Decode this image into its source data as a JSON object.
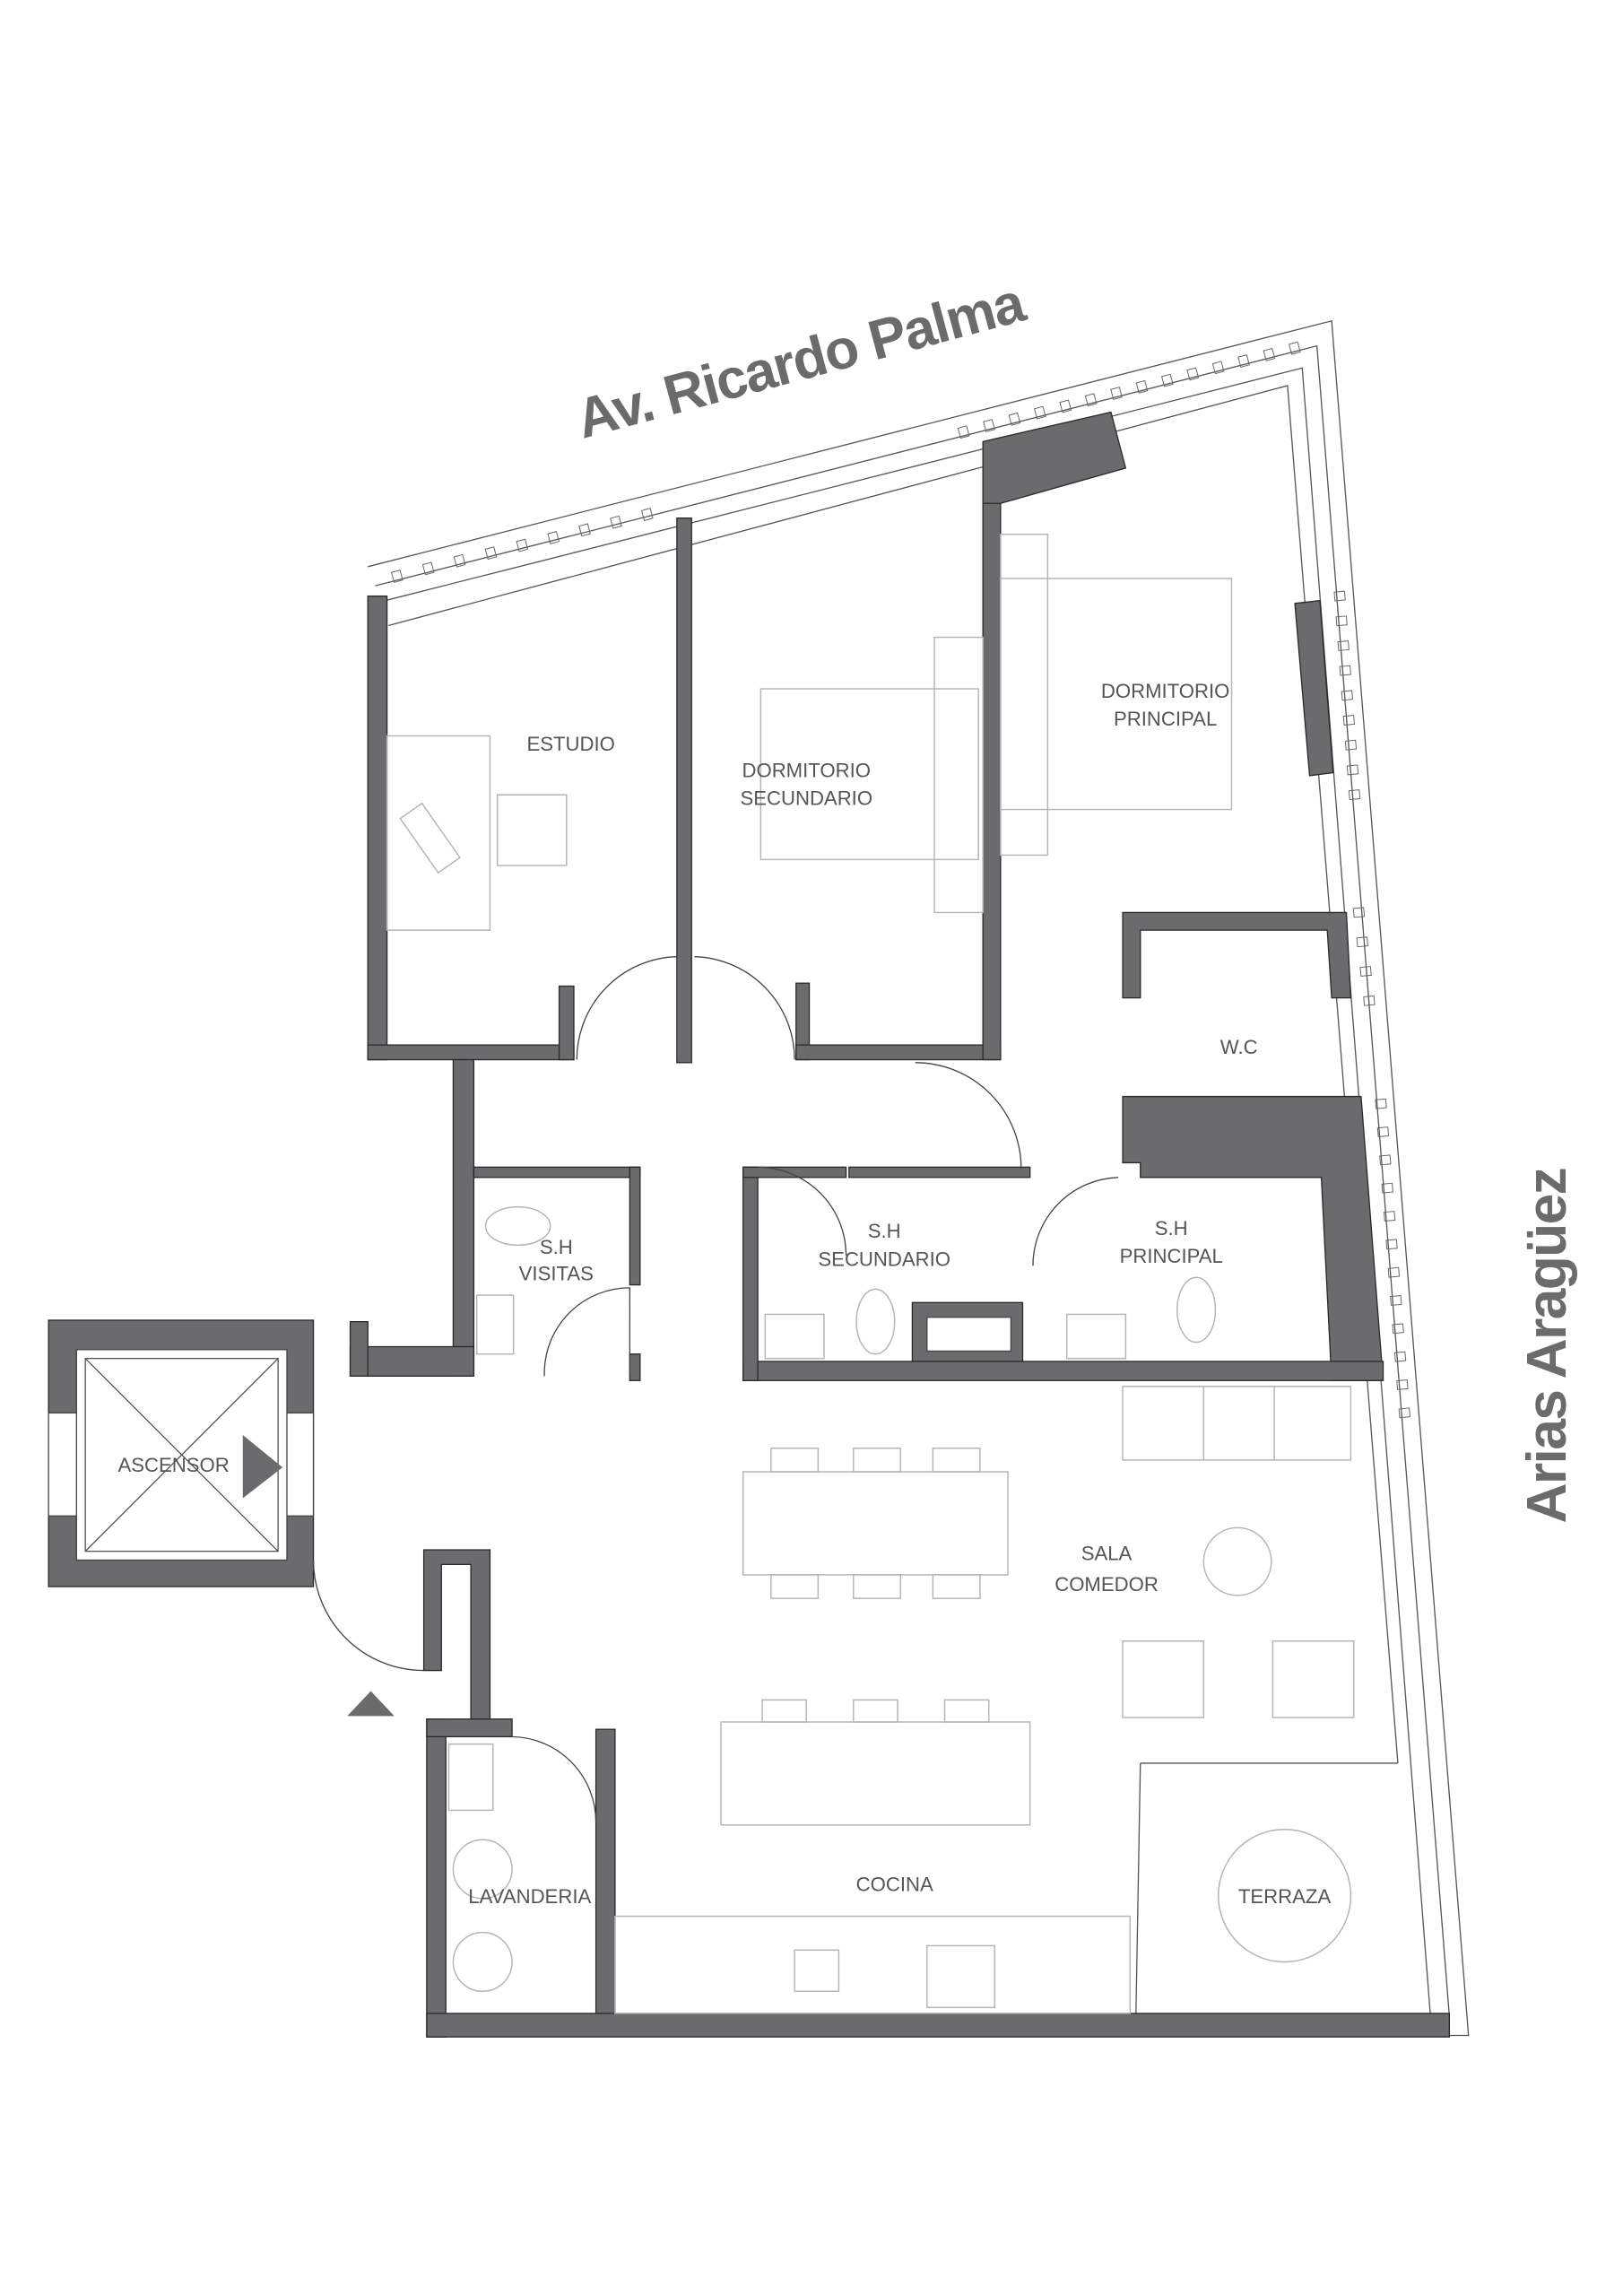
{
  "streets": {
    "north": "Av. Ricardo Palma",
    "east": "Arias Aragüez"
  },
  "rooms": {
    "estudio": "ESTUDIO",
    "dormitorio_secundario": [
      "DORMITORIO",
      "SECUNDARIO"
    ],
    "dormitorio_principal": [
      "DORMITORIO",
      "PRINCIPAL"
    ],
    "wc": "W.C",
    "sh_visitas": [
      "S.H",
      "VISITAS"
    ],
    "sh_secundario": [
      "S.H",
      "SECUNDARIO"
    ],
    "sh_principal": [
      "S.H",
      "PRINCIPAL"
    ],
    "ascensor": "ASCENSOR",
    "sala_comedor": [
      "SALA",
      "COMEDOR"
    ],
    "lavanderia": "LAVANDERIA",
    "cocina": "COCINA",
    "terraza": "TERRAZA"
  },
  "colors": {
    "wall": "#6b6a6c",
    "furniture": "#b5b5b5"
  }
}
